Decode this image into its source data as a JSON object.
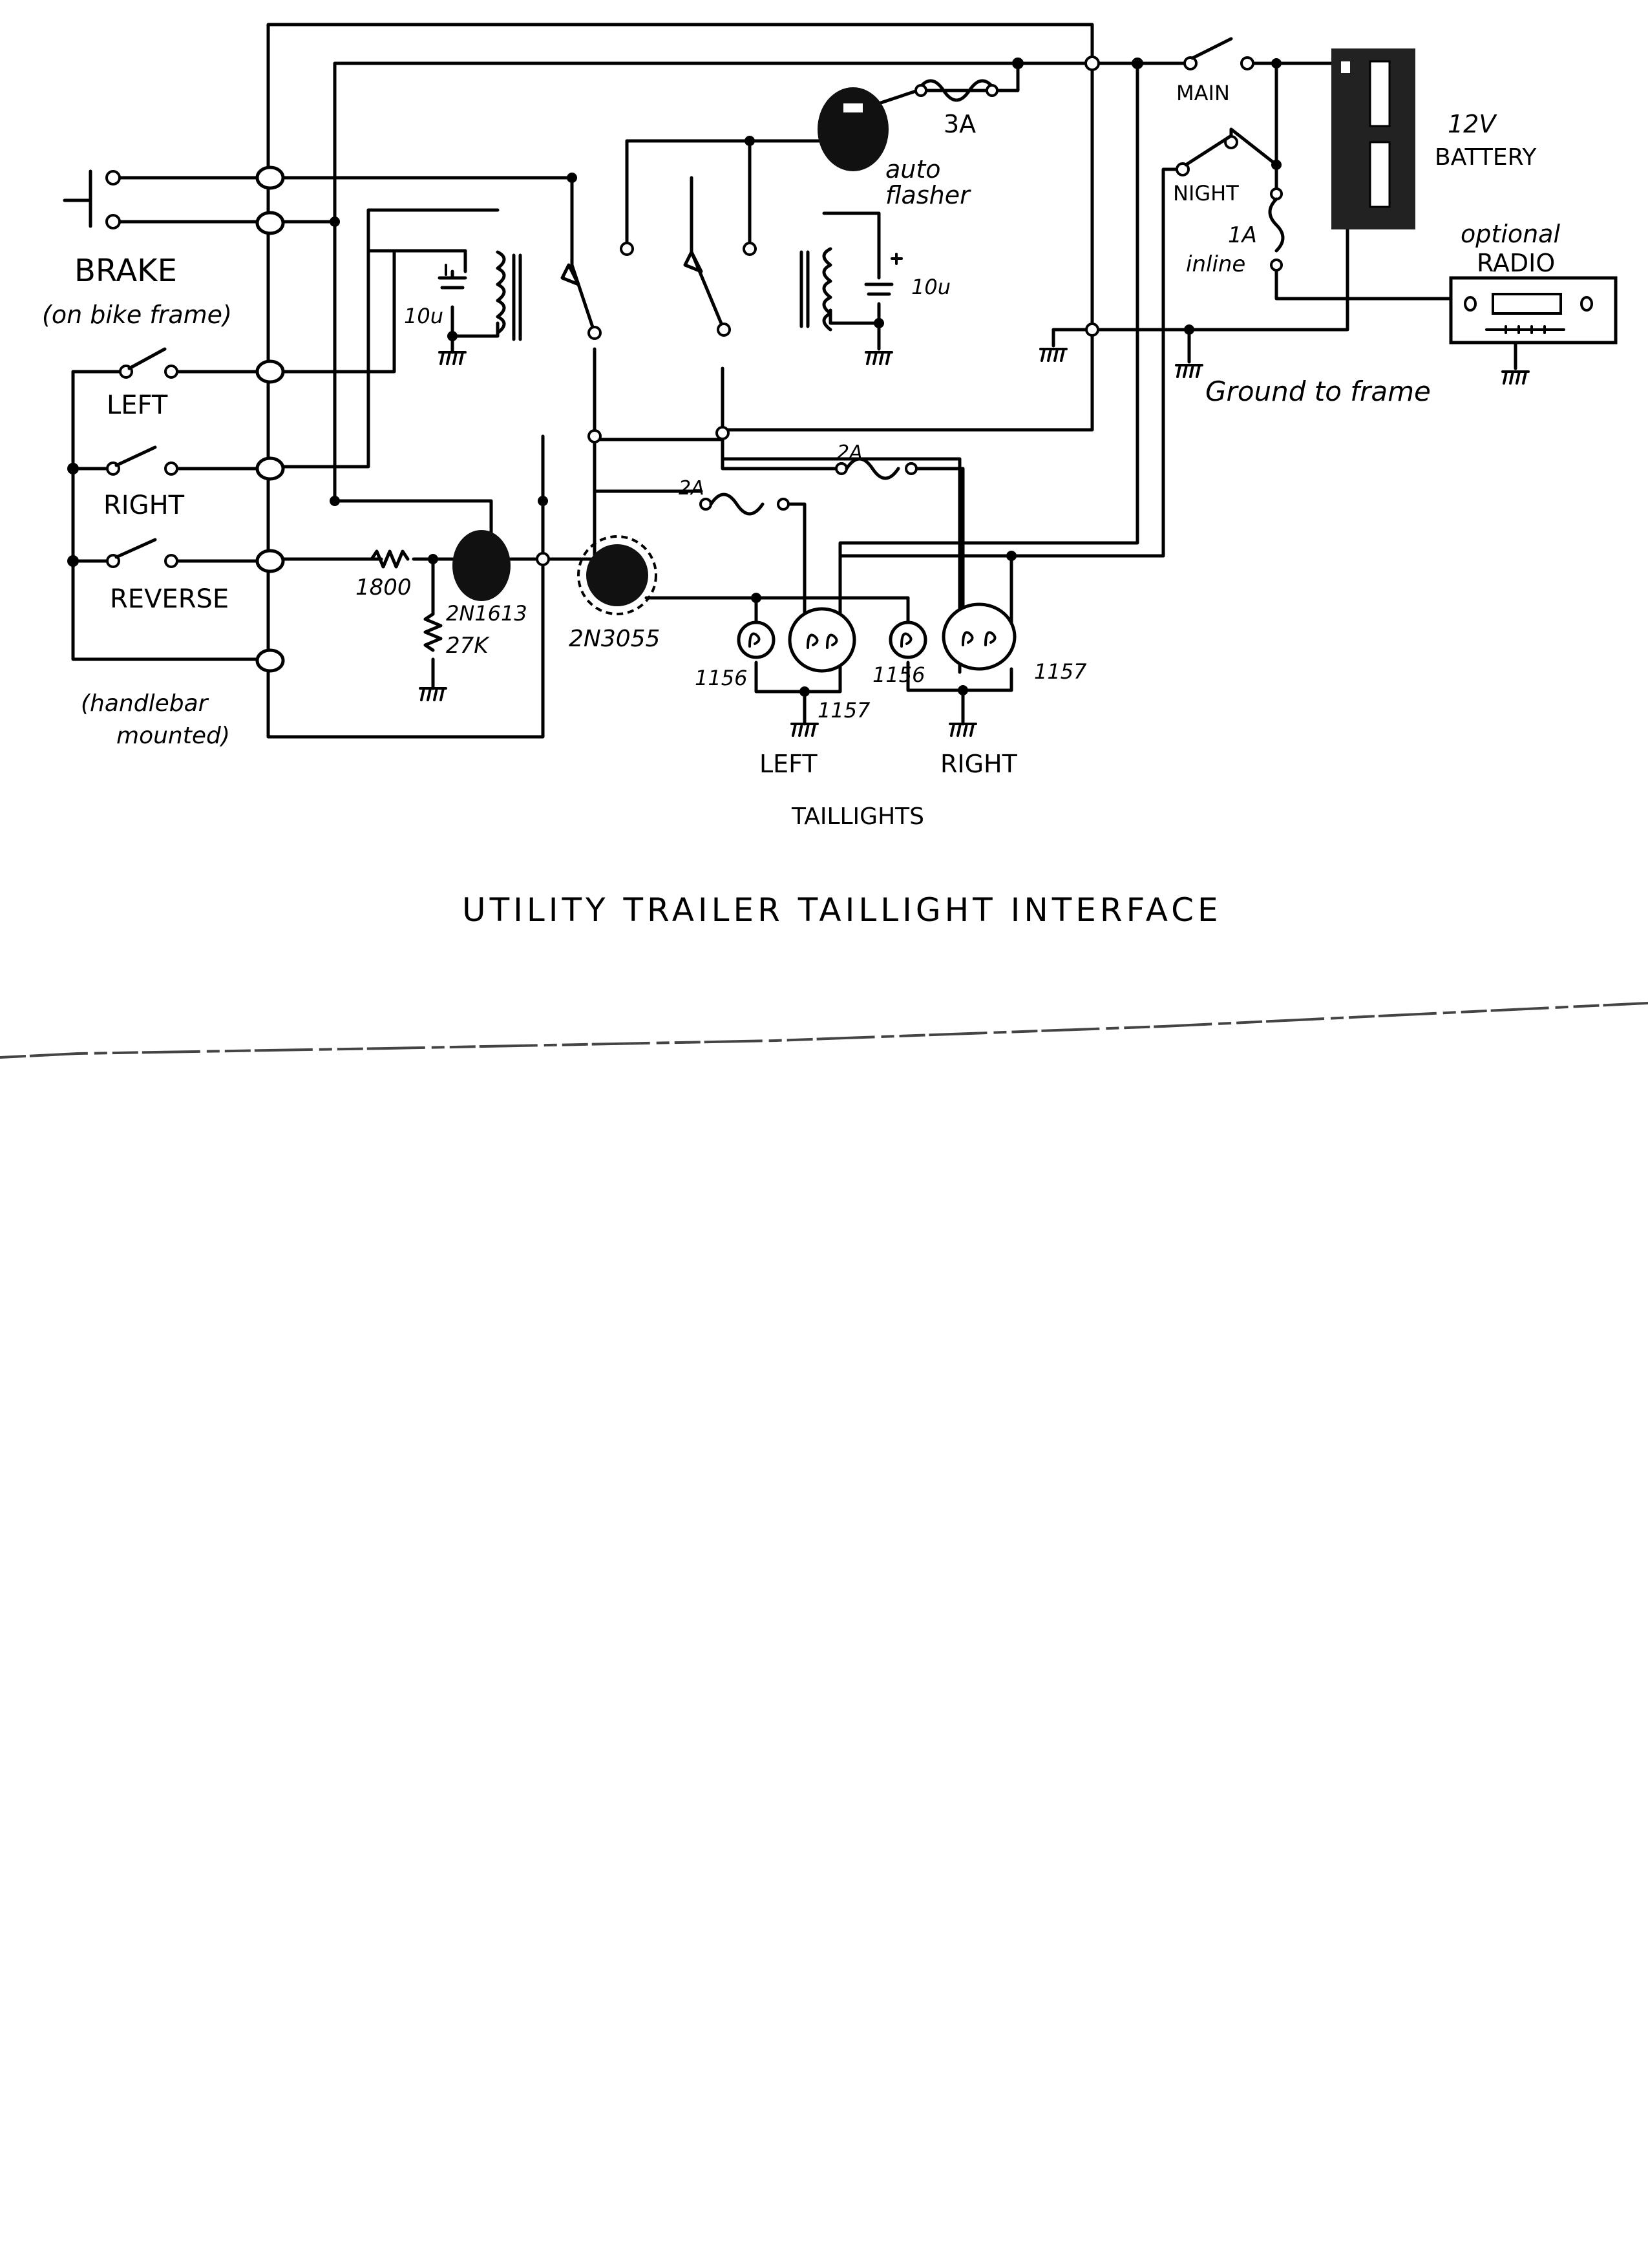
{
  "title": "UTILITY TRAILER TAILLIGHT INTERFACE",
  "labels": {
    "brake": "BRAKE",
    "brake_note": "(on bike frame)",
    "left_switch": "LEFT",
    "right_switch": "RIGHT",
    "reverse_switch": "REVERSE",
    "handlebar_note_1": "(handlebar",
    "handlebar_note_2": "mounted)",
    "resistor_1800": "1800",
    "resistor_27k": "27K",
    "transistor_small": "2N1613",
    "transistor_power": "2N3055",
    "cap_left": "10u",
    "cap_right": "10u",
    "auto_flasher_1": "auto",
    "auto_flasher_2": "flasher",
    "fuse_3a": "3A",
    "fuse_2a_left": "2A",
    "fuse_2a_right": "2A",
    "main_switch": "MAIN",
    "night_switch": "NIGHT",
    "fuse_1a": "1A",
    "inline_fuse": "inline",
    "battery_1": "12V",
    "battery_2": "BATTERY",
    "radio_1": "optional",
    "radio_2": "RADIO",
    "ground_frame": "Ground to frame",
    "bulb_1156_left": "1156",
    "bulb_1157_left": "1157",
    "bulb_1156_right": "1156",
    "bulb_1157_right": "1157",
    "left_taillight": "LEFT",
    "right_taillight": "RIGHT",
    "taillights": "TAILLIGHTS"
  }
}
